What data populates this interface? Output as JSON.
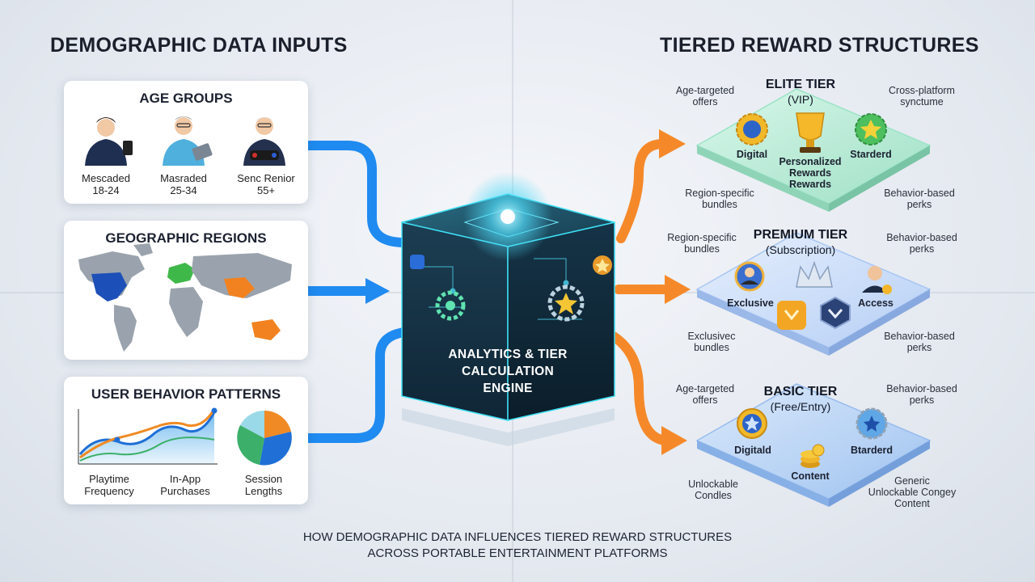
{
  "headings": {
    "left": "DEMOGRAPHIC DATA INPUTS",
    "right": "TIERED REWARD STRUCTURES"
  },
  "age_groups": {
    "title": "AGE GROUPS",
    "groups": [
      {
        "line1": "Mescaded",
        "line2": "18-24"
      },
      {
        "line1": "Masraded",
        "line2": "25-34"
      },
      {
        "line1": "Senc Renior",
        "line2": "55+"
      }
    ]
  },
  "geo": {
    "title": "GEOGRAPHIC REGIONS"
  },
  "behavior": {
    "title": "USER BEHAVIOR PATTERNS",
    "metrics": [
      {
        "line1": "Playtime",
        "line2": "Frequency"
      },
      {
        "line1": "In-App",
        "line2": "Purchases"
      },
      {
        "line1": "Session",
        "line2": "Lengths"
      }
    ]
  },
  "engine": {
    "line1": "ANALYTICS & TIER",
    "line2": "CALCULATION",
    "line3": "ENGINE"
  },
  "tiers": {
    "elite": {
      "title": "ELITE TIER",
      "subtitle": "(VIP)",
      "item_left": "Digital",
      "item_center": [
        "Personalized",
        "Rewards",
        "Rewards"
      ],
      "item_right": "Starderd",
      "labels": {
        "top_left": [
          "Age-targeted",
          "offers"
        ],
        "top_right": [
          "Cross-platform",
          "synctume"
        ],
        "bottom_left": [
          "Region-specific",
          "bundles"
        ],
        "bottom_right": [
          "Behavior-based",
          "perks"
        ]
      }
    },
    "premium": {
      "title": "PREMIUM TIER",
      "subtitle": "(Subscription)",
      "item_left": "Exclusive",
      "item_right": "Access",
      "labels": {
        "top_left": [
          "Region-specific",
          "bundles"
        ],
        "top_right": [
          "Behavior-based",
          "perks"
        ],
        "bottom_left": [
          "Exclusivec",
          "bundles"
        ],
        "bottom_right": [
          "Behavior-based",
          "perks"
        ]
      }
    },
    "basic": {
      "title": "BASIC TIER",
      "subtitle": "(Free/Entry)",
      "item_left": "Digitald",
      "item_center": "Content",
      "item_right": "Btarderd",
      "labels": {
        "top_left": [
          "Age-targeted",
          "offers"
        ],
        "top_right": [
          "Behavior-based",
          "perks"
        ],
        "bottom_left": [
          "Unlockable",
          "Condles"
        ],
        "bottom_right": [
          "Generic",
          "Unlockable Congey",
          "Content"
        ]
      }
    }
  },
  "footer": {
    "line1": "HOW DEMOGRAPHIC DATA INFLUENCES TIERED REWARD STRUCTURES",
    "line2": "ACROSS PORTABLE ENTERTAINMENT PLATFORMS"
  },
  "colors": {
    "input_arrow": "#1f8bf0",
    "output_arrow": "#f5892a",
    "engine": "#17303f",
    "elite": "#bfeede",
    "premium": "#cde0fb",
    "basic": "#c5dcf8"
  },
  "icons": {
    "age_avatars": [
      "young-adult-phone-icon",
      "adult-tablet-icon",
      "senior-console-icon"
    ],
    "elite": [
      "gear-badge-icon",
      "trophy-icon",
      "star-badge-icon"
    ],
    "premium": [
      "person-badge-icon",
      "crown-icon",
      "business-person-icon",
      "shield-badge-icon"
    ],
    "basic": [
      "star-badge-icon",
      "coins-icon",
      "star-gear-icon"
    ]
  }
}
